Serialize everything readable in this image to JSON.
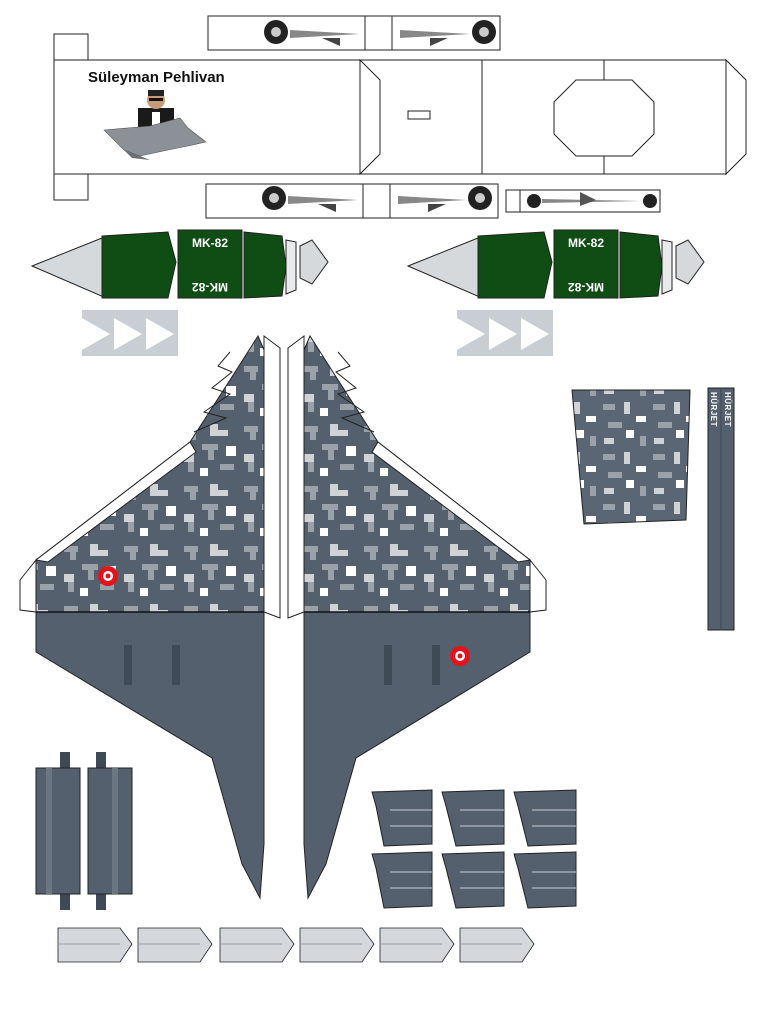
{
  "header": {
    "author_name": "Süleyman Pehlivan"
  },
  "bombs": {
    "label": "MK-82",
    "label_inverted": "MK-82"
  },
  "tail": {
    "label": "HÜRJET"
  },
  "colors": {
    "camo_dark": "#54606e",
    "camo_mid": "#9aa1a8",
    "camo_light": "#d0d3d6",
    "bomb_green": "#0f4d14",
    "bomb_nose": "#d6d9dc",
    "roundel_red": "#e3121b",
    "outline": "#111111"
  },
  "icons": {
    "roundel": "turkish-roundel-icon",
    "wheel": "wheel-icon",
    "aircraft": "aircraft-icon"
  }
}
